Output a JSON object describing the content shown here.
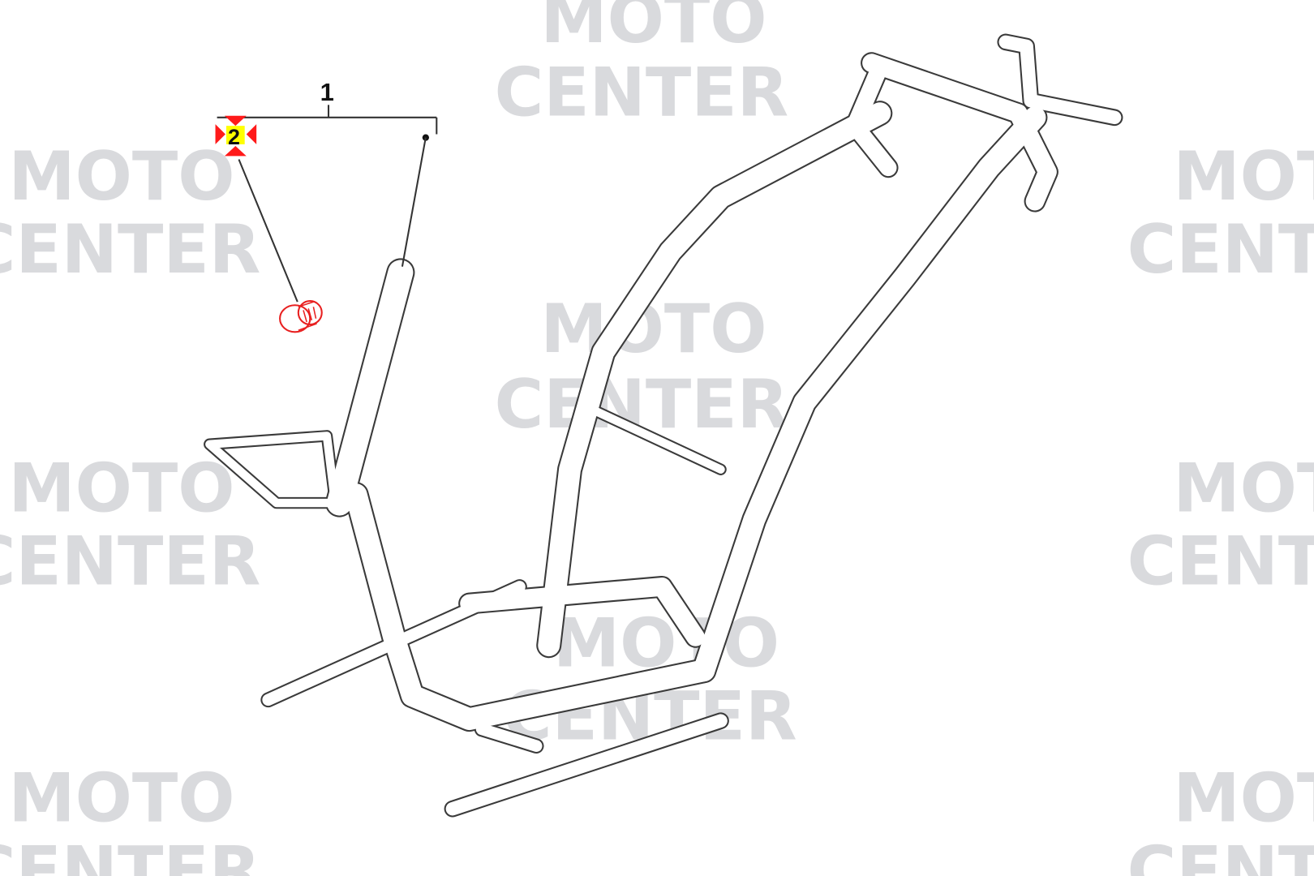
{
  "watermark": {
    "line1": "MOTO",
    "line2": "CENTER"
  },
  "callouts": {
    "assembly_label": "1",
    "part_label": "2"
  },
  "colors": {
    "highlight_arrow": "#ff1a1a",
    "highlight_box": "#ffff00",
    "highlighted_part": "#e82020",
    "watermark": "#d9dadd"
  }
}
